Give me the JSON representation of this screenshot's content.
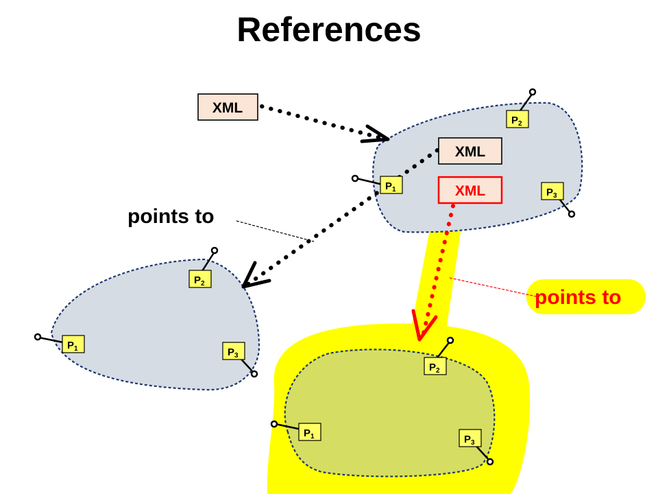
{
  "title": "References",
  "labels": {
    "xml": "XML",
    "points_to": "points to",
    "port_letter": "P",
    "port_1": "1",
    "port_2": "2",
    "port_3": "3"
  },
  "colors": {
    "shape_fill": "#d6dce4",
    "shape_stroke": "#1f3870",
    "highlight": "#ffff00",
    "target_fill": "#d5de62",
    "xml_box_fill": "#fbe5d6",
    "port_fill": "#ffff66",
    "red": "#ff0000"
  }
}
